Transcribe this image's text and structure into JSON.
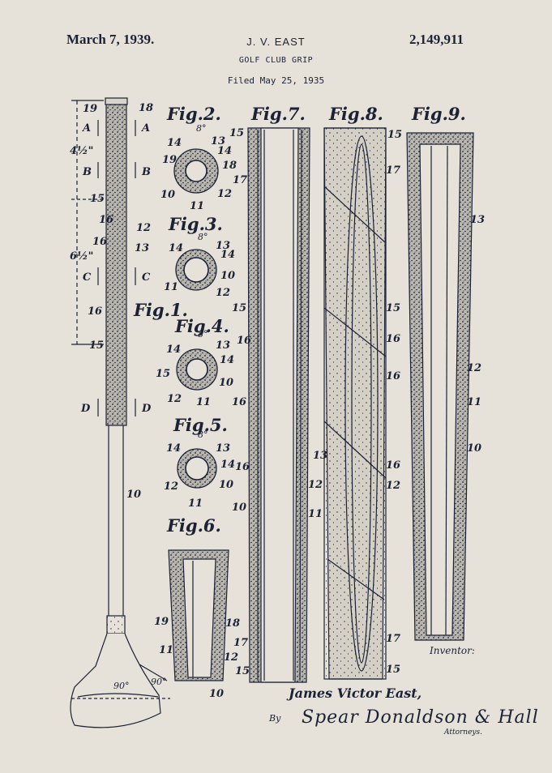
{
  "header": {
    "date": "March 7, 1939.",
    "inventor": "J. V. EAST",
    "patent_number": "2,149,911",
    "title": "GOLF CLUB GRIP",
    "filed": "Filed May 25, 1935"
  },
  "figures": {
    "fig1": "Fig.1.",
    "fig2": "Fig.2.",
    "fig3": "Fig.3.",
    "fig4": "Fig.4.",
    "fig5": "Fig.5.",
    "fig6": "Fig.6.",
    "fig7": "Fig.7.",
    "fig8": "Fig.8.",
    "fig9": "Fig.9."
  },
  "dimensions": {
    "upper": "4½\"",
    "lower": "6½\"",
    "club_angle": "90°",
    "head_angle": "90°"
  },
  "section_markers": {
    "a": "A",
    "b": "B",
    "c": "C",
    "d": "D"
  },
  "signature": {
    "inventor_label": "Inventor:",
    "inventor_name": "James Victor East,",
    "by": "By",
    "attorneys_signature": "Spear Donaldson & Hall",
    "attorneys_label": "Attorneys."
  },
  "colors": {
    "paper": "#e6e2d9",
    "ink": "#1c2236"
  }
}
